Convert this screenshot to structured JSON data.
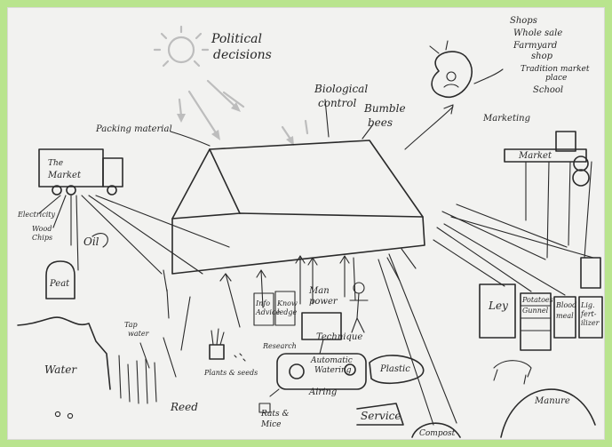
{
  "labels": {
    "political": [
      "Political",
      "decisions"
    ],
    "biological": [
      "Biological",
      "control"
    ],
    "bumble": [
      "Bumble",
      "bees"
    ],
    "packing": "Packing material",
    "market_truck": [
      "The",
      "Market"
    ],
    "electricity": "Electricity",
    "wood_chips": [
      "Wood",
      "Chips"
    ],
    "oil": "Oil",
    "peat": "Peat",
    "tap_water": [
      "Tap",
      "water"
    ],
    "water": "Water",
    "reed": "Reed",
    "plants_seeds": "Plants & seeds",
    "rats_mice": [
      "Rats &",
      "Mice"
    ],
    "research": "Research",
    "man_power": [
      "Man",
      "power"
    ],
    "technique": "Technique",
    "automatic_watering": [
      "Automatic",
      "Watering"
    ],
    "airing": "Airing",
    "plastic": "Plastic",
    "service": "Service",
    "compost": "Compost",
    "manure": "Manure",
    "ley": "Ley",
    "market_right": "Market",
    "marketing": "Marketing",
    "shops_list": [
      "Shops",
      "Whole sale",
      "Farmyard",
      "shop",
      "Tradition market",
      "place",
      "School"
    ],
    "book1": [
      "Info",
      "Advice"
    ],
    "book2": [
      "Know",
      "ledge"
    ],
    "bag1": [
      "Potatoes",
      "Gunnel"
    ],
    "bag2": [
      "Blood",
      "meal"
    ],
    "bag3": [
      "Lig.",
      "fert-",
      "ilizer"
    ]
  }
}
